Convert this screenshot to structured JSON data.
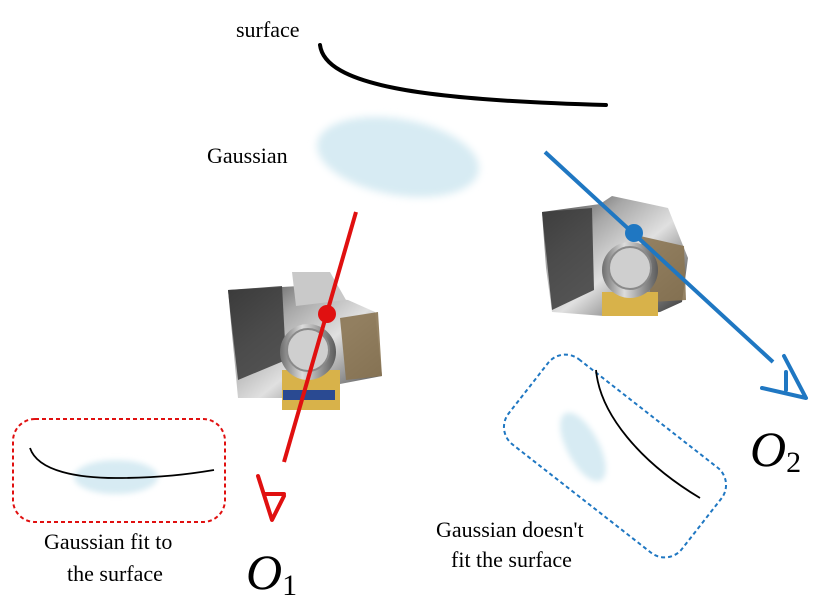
{
  "labels": {
    "surface": "surface",
    "gaussian": "Gaussian",
    "fit_line1": "Gaussian fit to",
    "fit_line2": "the surface",
    "nofit_line1": "Gaussian doesn't",
    "nofit_line2": "fit the surface"
  },
  "observers": [
    {
      "letter": "O",
      "index": "1",
      "color": "#e01010"
    },
    {
      "letter": "O",
      "index": "2",
      "color": "#1f77c2"
    }
  ],
  "colors": {
    "ray_red": "#e01010",
    "ray_blue": "#1f77c2",
    "gaussian_fill": "#d7ebf3",
    "surface": "#000000"
  }
}
